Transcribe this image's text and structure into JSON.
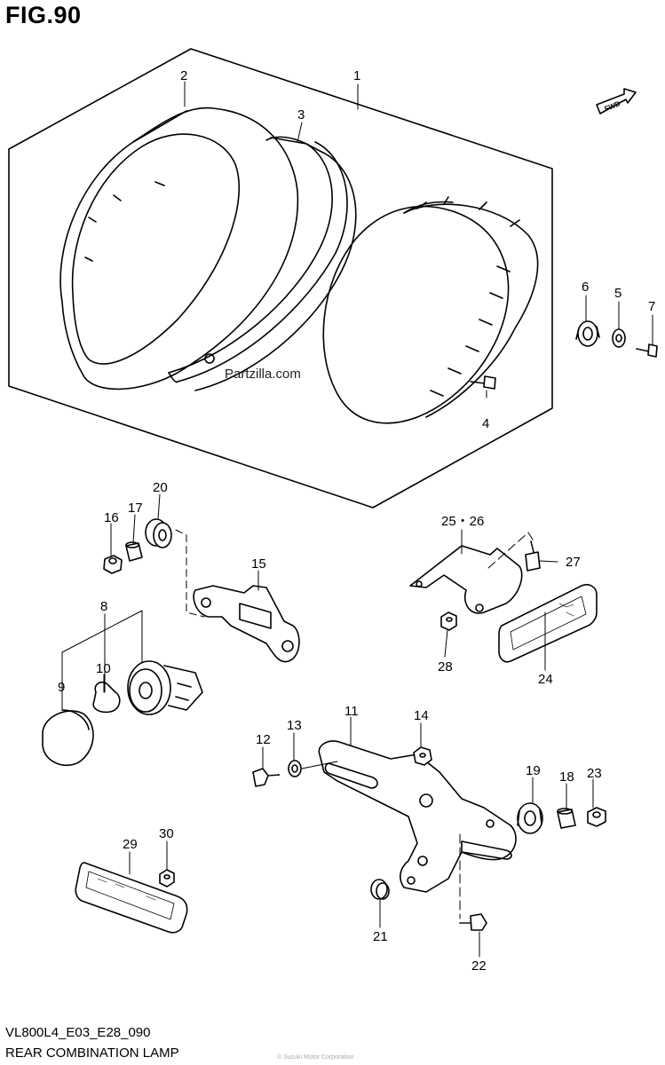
{
  "figure": {
    "title": "FIG.90"
  },
  "watermark": "Partzilla.com",
  "fwd_label": "FWD",
  "footer": {
    "code": "VL800L4_E03_E28_090",
    "caption": "REAR COMBINATION LAMP",
    "note": "© Suzuki Motor Corporation"
  },
  "callouts": [
    {
      "id": "c1",
      "text": "1"
    },
    {
      "id": "c2",
      "text": "2"
    },
    {
      "id": "c3",
      "text": "3"
    },
    {
      "id": "c4",
      "text": "4"
    },
    {
      "id": "c5",
      "text": "5"
    },
    {
      "id": "c6",
      "text": "6"
    },
    {
      "id": "c7",
      "text": "7"
    },
    {
      "id": "c8",
      "text": "8"
    },
    {
      "id": "c9",
      "text": "9"
    },
    {
      "id": "c10",
      "text": "10"
    },
    {
      "id": "c11",
      "text": "11"
    },
    {
      "id": "c12",
      "text": "12"
    },
    {
      "id": "c13",
      "text": "13"
    },
    {
      "id": "c14",
      "text": "14"
    },
    {
      "id": "c15",
      "text": "15"
    },
    {
      "id": "c16",
      "text": "16"
    },
    {
      "id": "c17",
      "text": "17"
    },
    {
      "id": "c18",
      "text": "18"
    },
    {
      "id": "c19",
      "text": "19"
    },
    {
      "id": "c20",
      "text": "20"
    },
    {
      "id": "c21",
      "text": "21"
    },
    {
      "id": "c22",
      "text": "22"
    },
    {
      "id": "c23",
      "text": "23"
    },
    {
      "id": "c24",
      "text": "24"
    },
    {
      "id": "c2526",
      "text": "25・26"
    },
    {
      "id": "c27",
      "text": "27"
    },
    {
      "id": "c28",
      "text": "28"
    },
    {
      "id": "c29",
      "text": "29"
    },
    {
      "id": "c30",
      "text": "30"
    }
  ]
}
